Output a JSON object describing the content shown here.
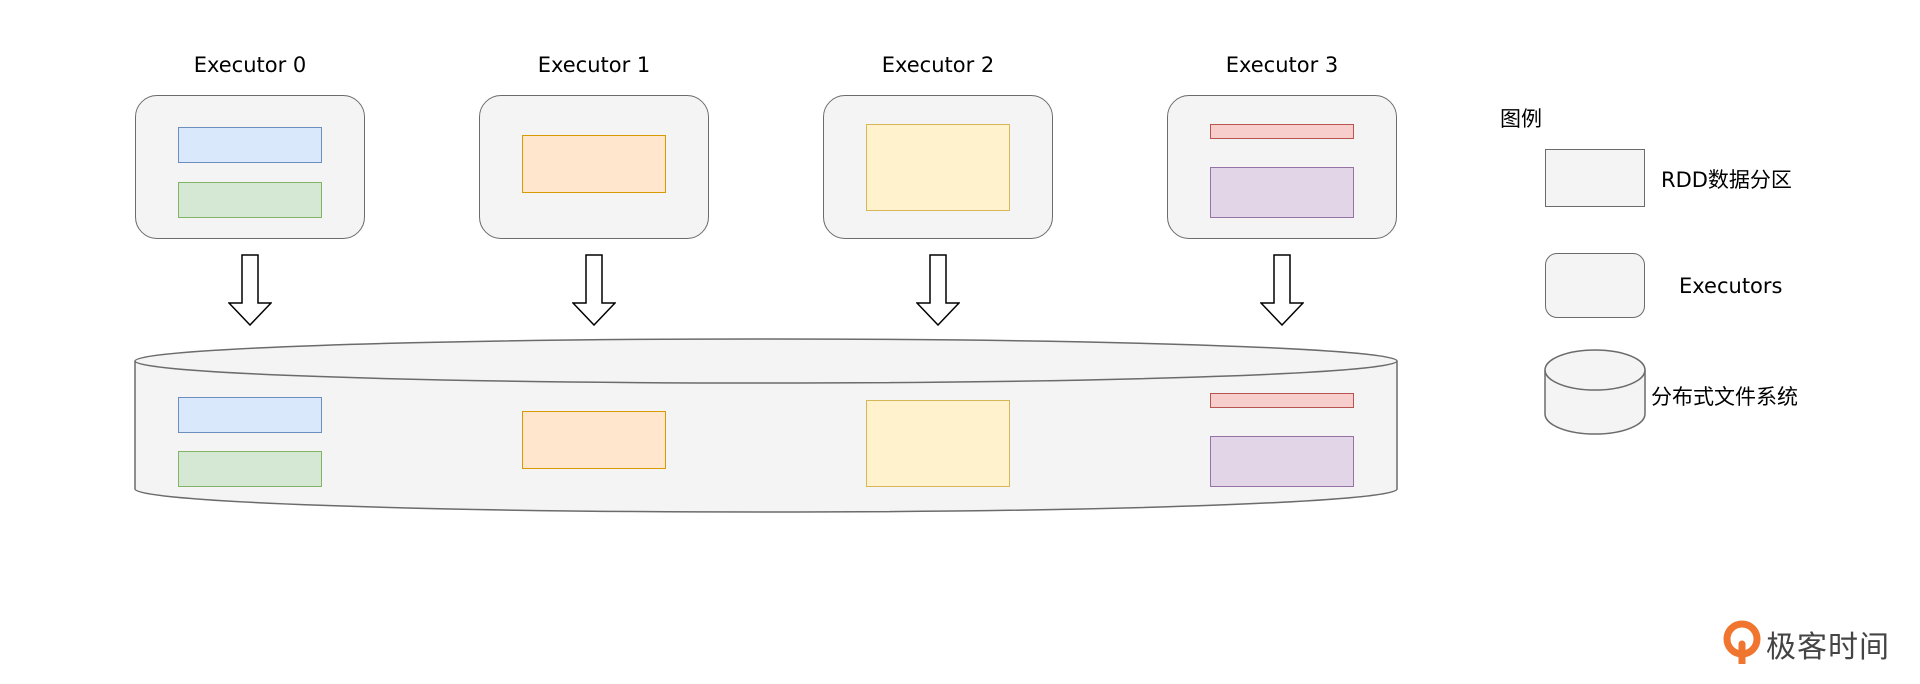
{
  "executors": [
    {
      "title": "Executor 0"
    },
    {
      "title": "Executor 1"
    },
    {
      "title": "Executor 2"
    },
    {
      "title": "Executor 3"
    }
  ],
  "partition_colors": {
    "blue": {
      "fill": "#dae8fc",
      "stroke": "#6c8ebf"
    },
    "green": {
      "fill": "#d5e8d4",
      "stroke": "#82b366"
    },
    "orange": {
      "fill": "#ffe6cc",
      "stroke": "#d79b00"
    },
    "yellow": {
      "fill": "#fff2cc",
      "stroke": "#d6b656"
    },
    "red": {
      "fill": "#f8cecc",
      "stroke": "#b85450"
    },
    "purple": {
      "fill": "#e1d5e7",
      "stroke": "#9673a6"
    }
  },
  "legend": {
    "title": "图例",
    "items": [
      {
        "label": "RDD数据分区",
        "icon": "rect-partition-icon"
      },
      {
        "label": "Executors",
        "icon": "rounded-rect-executor-icon"
      },
      {
        "label": "分布式文件系统",
        "icon": "cylinder-storage-icon"
      }
    ]
  },
  "brand": {
    "name": "极客时间",
    "logo_icon": "geektime-logo-icon",
    "color": "#f0752f"
  }
}
